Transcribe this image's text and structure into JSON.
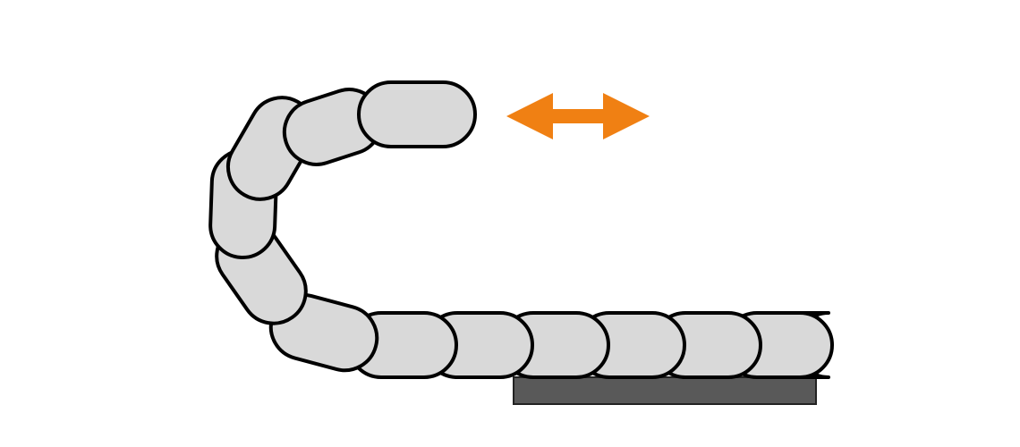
{
  "diagram": {
    "subject": "energy-chain-drag-chain",
    "moving_end_arrow_icon": "double-headed-horizontal-arrow-icon",
    "colors": {
      "link_fill": "#d9d9d9",
      "link_stroke": "#000000",
      "rail_fill": "#595959",
      "arrow_fill": "#f08013",
      "background": "#ffffff"
    },
    "chain": {
      "link_count_upper": 3,
      "link_count_bend": 2,
      "link_count_lower": 7
    }
  }
}
